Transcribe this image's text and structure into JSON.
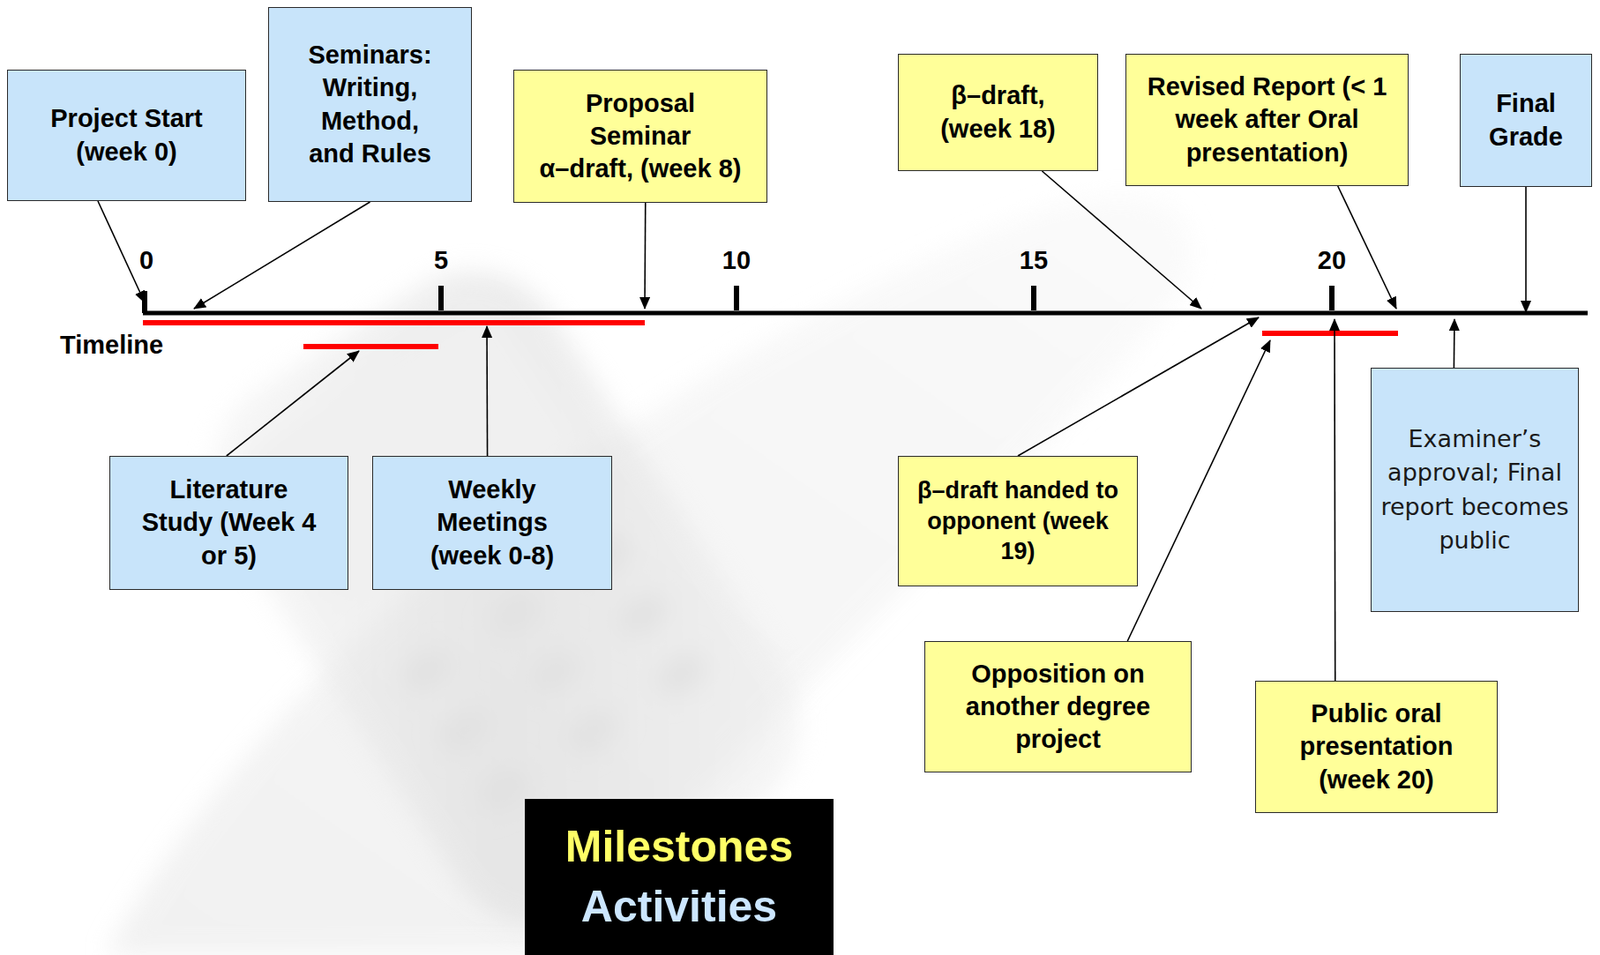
{
  "diagram": {
    "nodes": [
      {
        "text": [
          "Project Start (week 0)"
        ]
      },
      {
        "text": [
          "Seminars: Writing, Method, and Rules"
        ]
      },
      {
        "text": [
          "Proposal Seminar",
          "α–draft, (week 8)"
        ]
      },
      {
        "text": [
          "β–draft, (week 18)"
        ]
      },
      {
        "text": [
          "Revised Report (< 1 week after Oral presentation)"
        ]
      },
      {
        "text": [
          "Final Grade"
        ]
      },
      {
        "text": [
          "Literature Study (Week 4 or 5)"
        ]
      },
      {
        "text": [
          "Weekly Meetings (week 0-8)"
        ]
      },
      {
        "text": [
          "β–draft handed to opponent (week 19)"
        ]
      },
      {
        "text": [
          "Opposition on another degree project"
        ]
      },
      {
        "text": [
          "Public oral presentation (week 20)"
        ]
      },
      {
        "text": [
          "Examiner’s approval; Final report becomes public"
        ]
      }
    ],
    "labels": [
      "0",
      "5",
      "10",
      "15",
      "20",
      "Timeline"
    ],
    "legend": [
      {
        "text": "Milestones",
        "color": "#ffff66"
      },
      {
        "text": "Activities",
        "color": "#cce6ff"
      }
    ]
  }
}
